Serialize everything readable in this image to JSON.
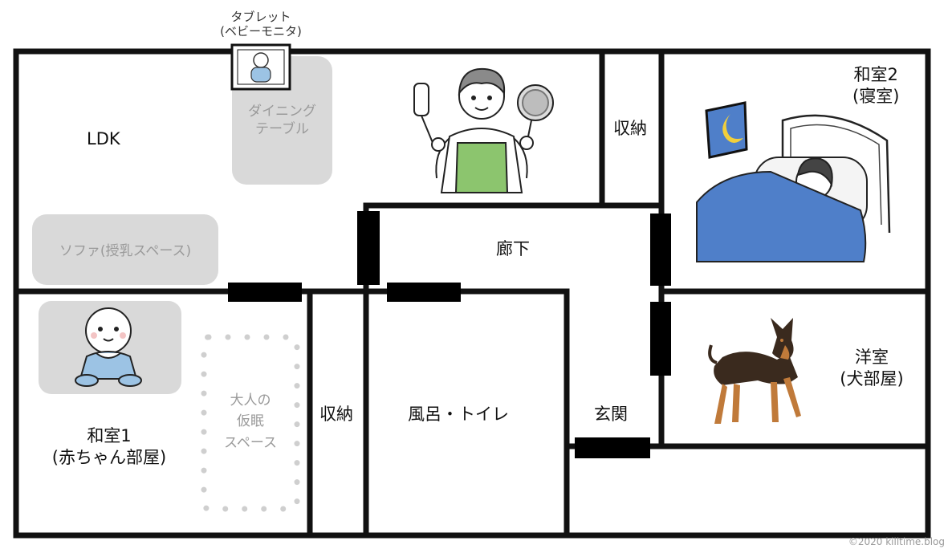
{
  "rooms": {
    "ldk": "LDK",
    "washitsu2_line1": "和室2",
    "washitsu2_line2": "(寝室)",
    "storage_top": "収納",
    "hallway": "廊下",
    "washitsu1_line1": "和室1",
    "washitsu1_line2": "(赤ちゃん部屋)",
    "storage_bottom": "収納",
    "bath_toilet": "風呂・トイレ",
    "entrance": "玄関",
    "yoshitsu_line1": "洋室",
    "yoshitsu_line2": "(犬部屋)"
  },
  "furniture": {
    "dining_line1": "ダイニング",
    "dining_line2": "テーブル",
    "sofa": "ソファ(授乳スペース)",
    "nap_line1": "大人の",
    "nap_line2": "仮眠",
    "nap_line3": "スペース"
  },
  "tablet": {
    "line1": "タブレット",
    "line2": "(ベビーモニタ)"
  },
  "credit": "©2020 killtime.blog",
  "colors": {
    "wall": "#111111",
    "furniture_gray": "#d9d9d9",
    "apron": "#8cc56e",
    "blanket": "#4f7fc9",
    "baby_suit": "#9cc3e4",
    "dog_body": "#3a2a1e",
    "dog_tan": "#c07a3a"
  }
}
